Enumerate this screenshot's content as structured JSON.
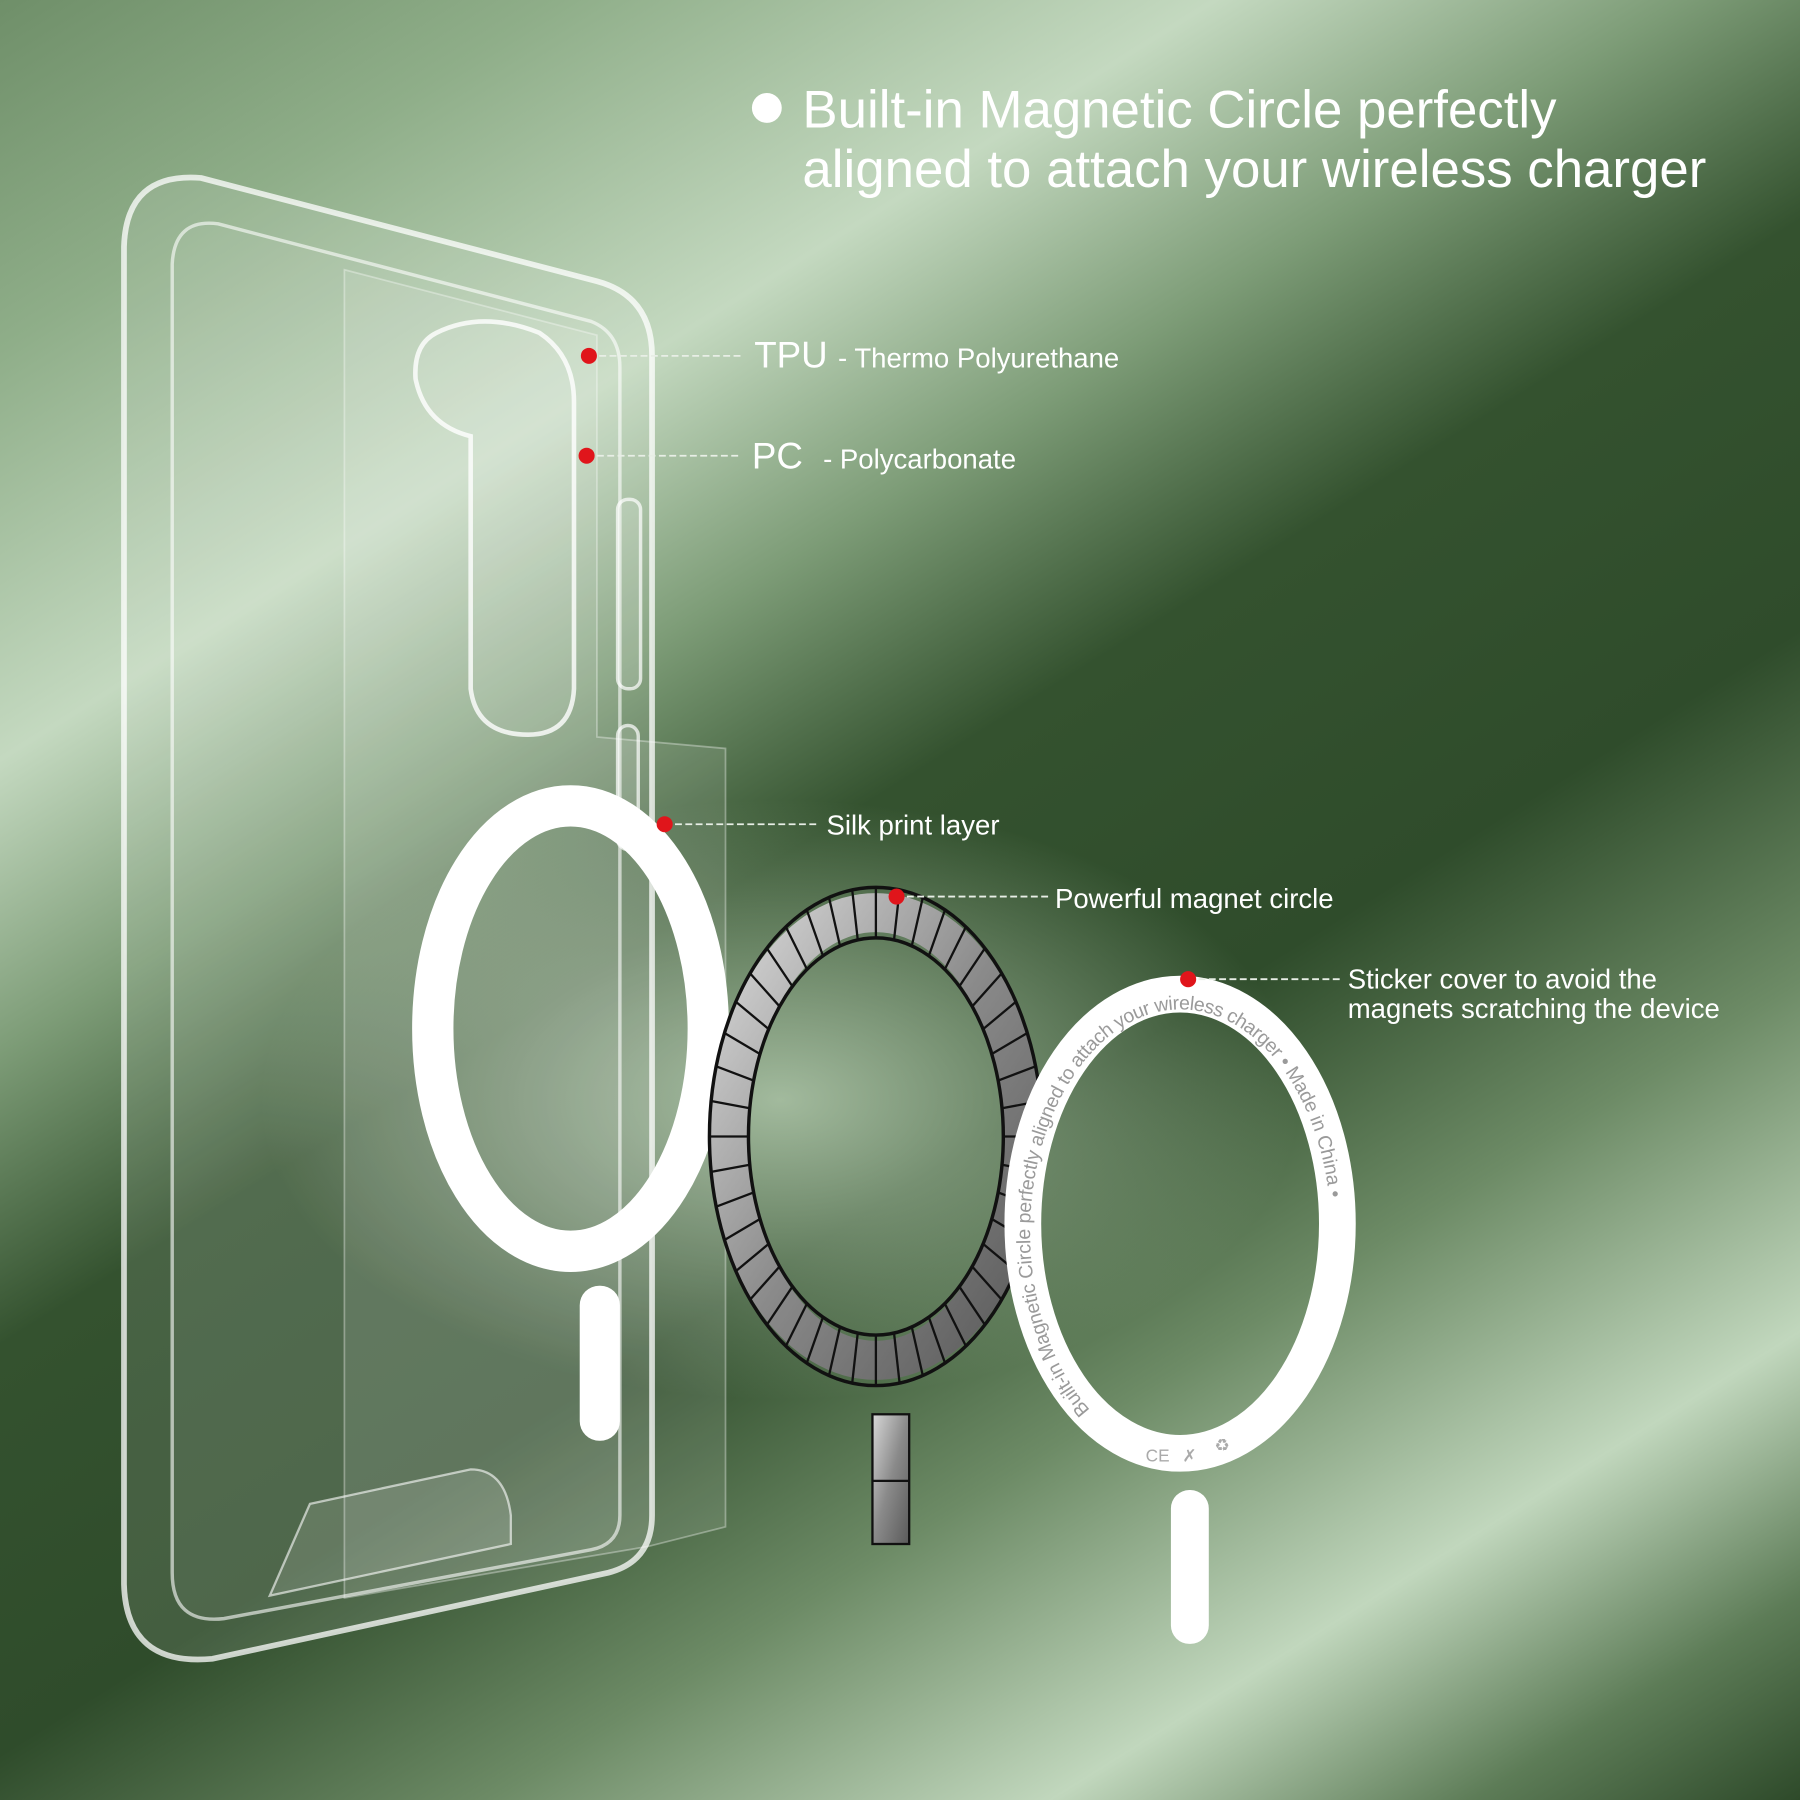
{
  "headline": {
    "line1": "Built-in Magnetic Circle perfectly",
    "line2": "aligned to attach your wireless charger"
  },
  "callouts": {
    "tpu": {
      "title": "TPU",
      "desc": "- Thermo Polyurethane"
    },
    "pc": {
      "title": "PC",
      "desc": "- Polycarbonate"
    },
    "silk": {
      "label": "Silk print layer"
    },
    "magnet": {
      "label": "Powerful magnet circle"
    },
    "sticker": {
      "line1": "Sticker cover to avoid the",
      "line2": "magnets scratching the device"
    }
  },
  "sticker_ring_text": "Built-in Magnetic Circle perfectly aligned to attach your wireless charger • Made in China •",
  "sticker_marks": [
    "CE",
    "weee-bin-icon",
    "recycle-icon"
  ],
  "colors": {
    "marker": "#e0151b",
    "background_dark": "#2f4c2b",
    "background_light": "#c4d9c0"
  }
}
